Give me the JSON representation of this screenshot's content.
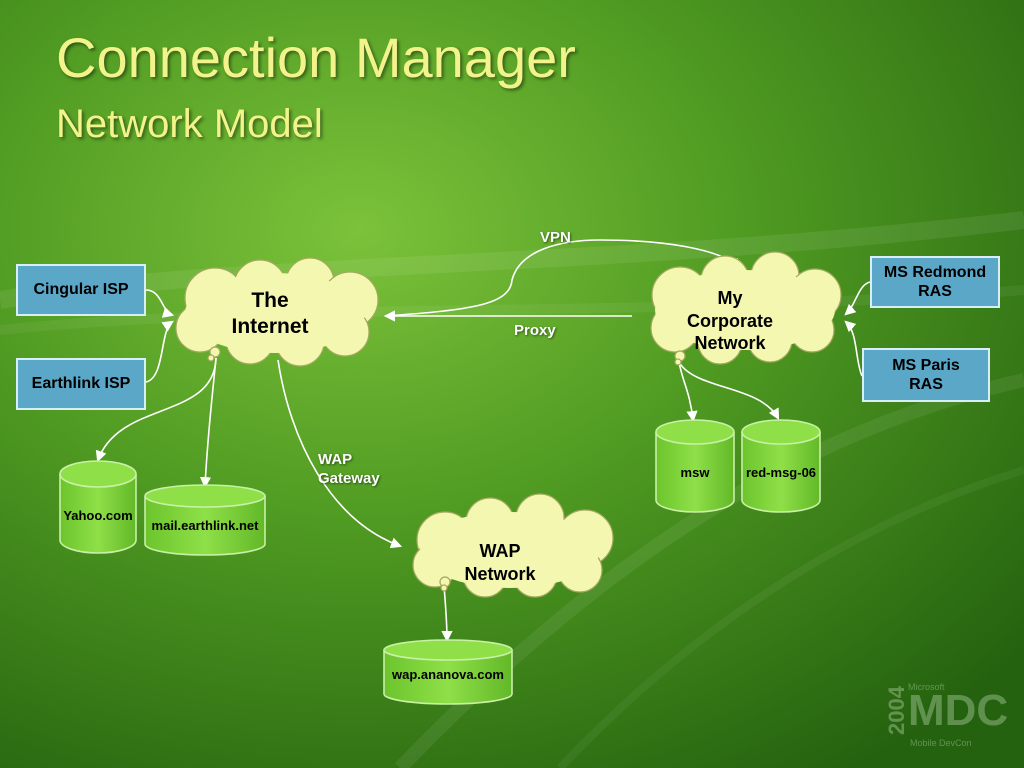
{
  "slide": {
    "title": "Connection Manager",
    "subtitle": "Network Model"
  },
  "colors": {
    "background": "#4e9a24",
    "cloud_fill": "#f3f7b0",
    "cylinder_fill": "#7fd33a",
    "box_fill": "#5ba7c8",
    "title": "#f3f38c"
  },
  "nodes": {
    "cingular": "Cingular ISP",
    "earthlink": "Earthlink ISP",
    "internet": [
      "The",
      "Internet"
    ],
    "corporate": [
      "My",
      "Corporate",
      "Network"
    ],
    "ms_redmond": [
      "MS Redmond",
      "RAS"
    ],
    "ms_paris": [
      "MS Paris",
      "RAS"
    ],
    "wap_network": [
      "WAP",
      "Network"
    ],
    "yahoo": "Yahoo.com",
    "mail_earthlink": "mail.earthlink.net",
    "msw": "msw",
    "red_msg": "red-msg-06",
    "wap_ananova": "wap.ananova.com"
  },
  "edges": {
    "vpn": "VPN",
    "proxy": "Proxy",
    "wap_gateway": [
      "WAP",
      "Gateway"
    ]
  },
  "logo": {
    "year": "2004",
    "name": "MDC",
    "top_text": "Microsoft",
    "bottom_text": "Mobile DevCon"
  }
}
